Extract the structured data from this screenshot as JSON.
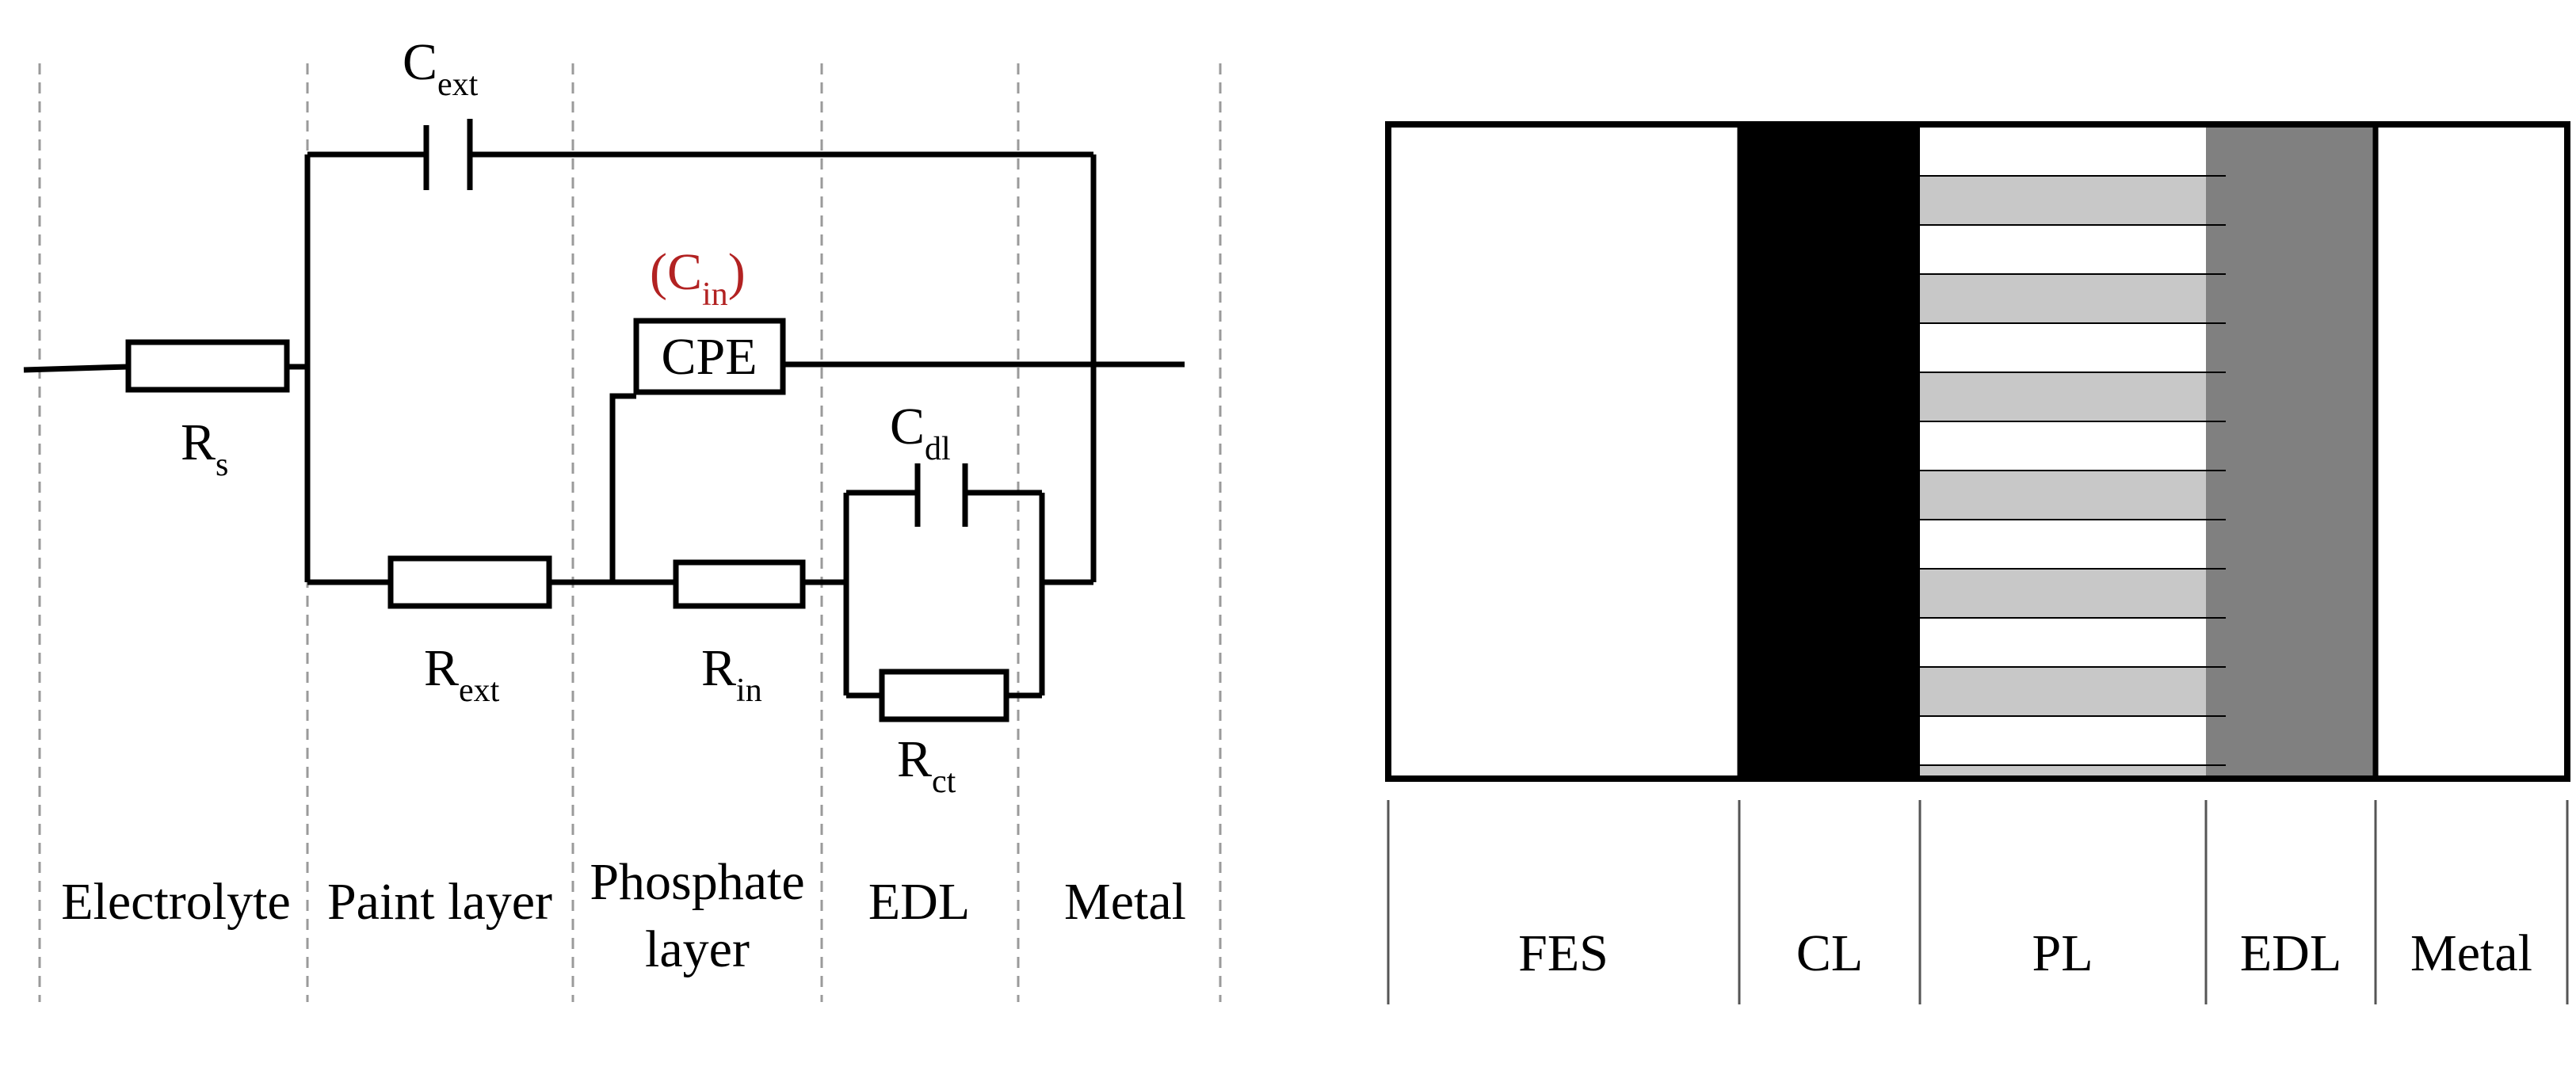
{
  "circuit": {
    "labels": {
      "c_ext": {
        "main": "C",
        "sub": "ext"
      },
      "c_in": {
        "open": "(",
        "main": "C",
        "sub": "in",
        "close": ")"
      },
      "cpe": "CPE",
      "r_s": {
        "main": "R",
        "sub": "s"
      },
      "r_ext": {
        "main": "R",
        "sub": "ext"
      },
      "r_in": {
        "main": "R",
        "sub": "in"
      },
      "c_dl": {
        "main": "C",
        "sub": "dl"
      },
      "r_ct": {
        "main": "R",
        "sub": "ct"
      }
    },
    "regions": [
      "Electrolyte",
      "Paint layer",
      "Phosphate",
      "layer",
      "EDL",
      "Metal"
    ]
  },
  "layer_model": {
    "regions": [
      "FES",
      "CL",
      "PL",
      "EDL",
      "Metal"
    ]
  },
  "colors": {
    "line": "#000000",
    "dashed_divider": "#9a9a9a",
    "cin_label": "#b22222",
    "cl_fill": "#000000",
    "pl_stripe": "#c8c8c8",
    "edl_fill": "#808080"
  }
}
